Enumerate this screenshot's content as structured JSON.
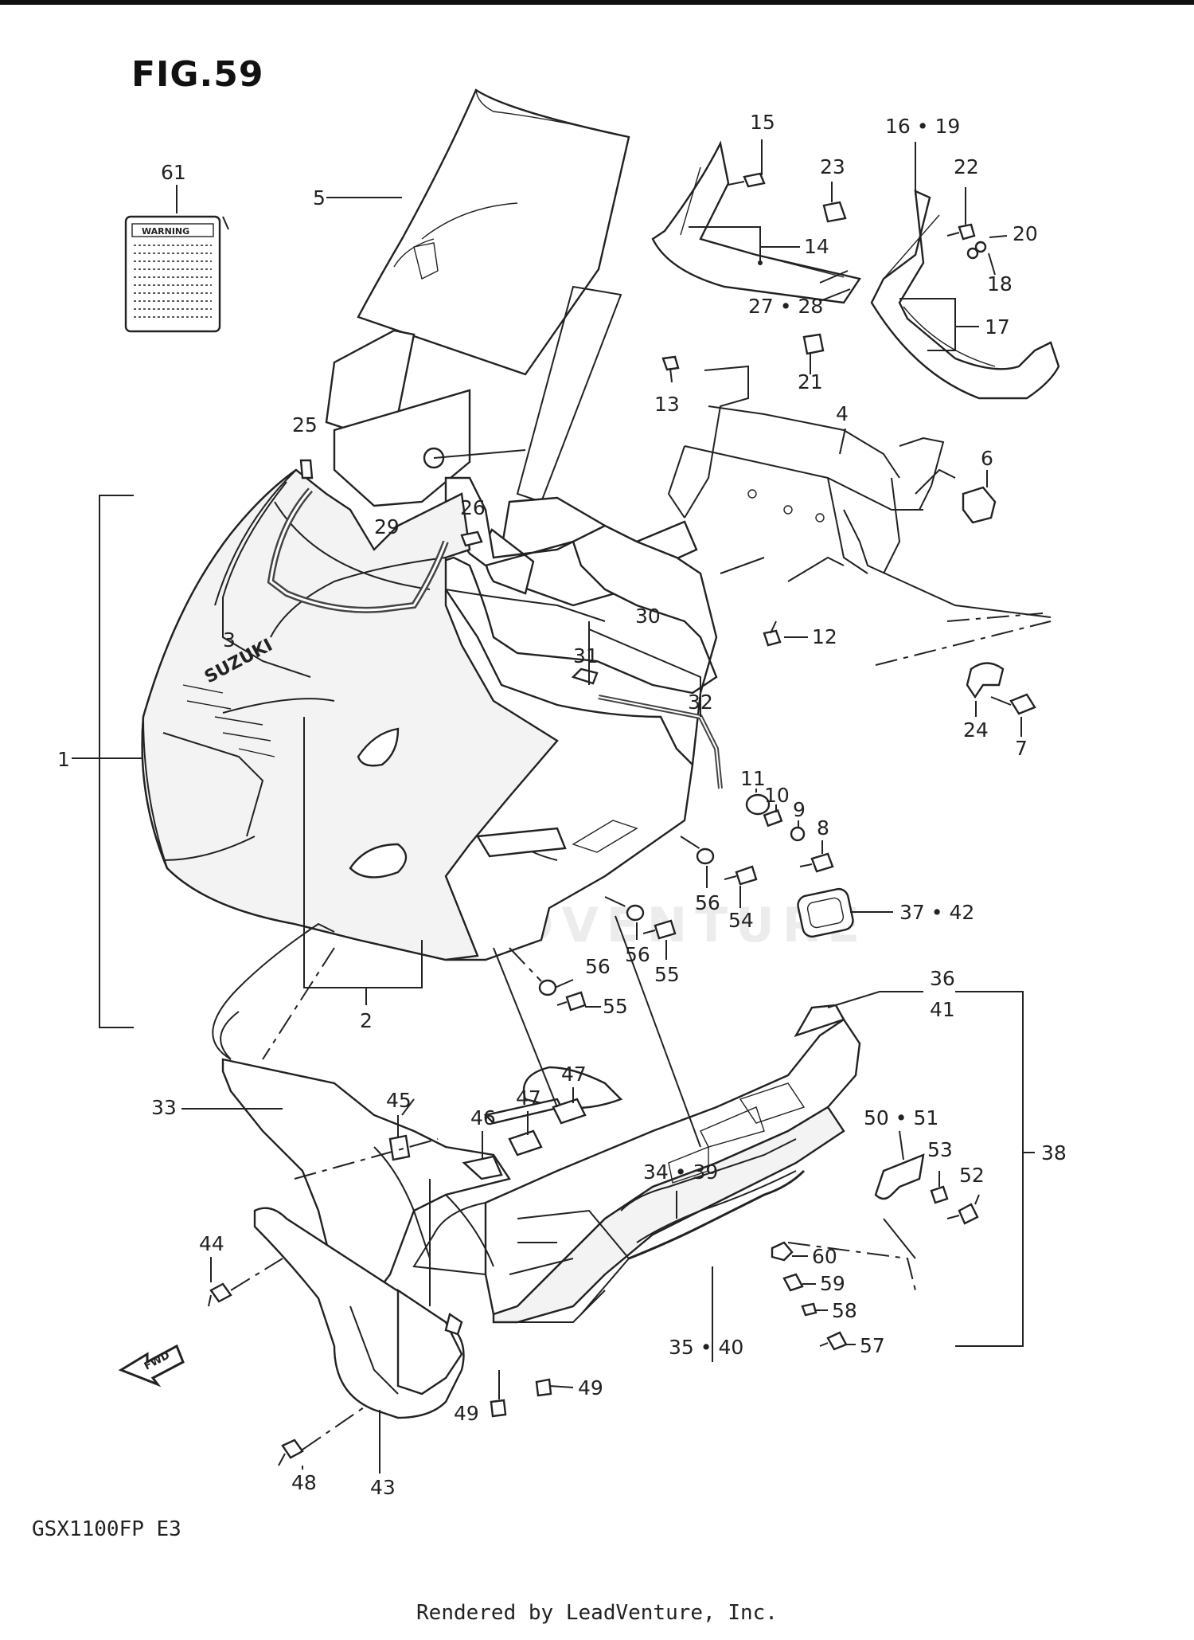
{
  "figure": {
    "title": "FIG.59",
    "model": "GSX1100FP  E3"
  },
  "footer": {
    "text": "Rendered by LeadVenture, Inc."
  },
  "watermark": {
    "text": "LEADVENTURE"
  },
  "warning_label": {
    "text": "WARNING"
  },
  "fwd_arrow": {
    "text": "FWD"
  },
  "brand_text": "SUZUKI",
  "callouts": [
    {
      "id": "1",
      "text": "1"
    },
    {
      "id": "2",
      "text": "2"
    },
    {
      "id": "3",
      "text": "3"
    },
    {
      "id": "4",
      "text": "4"
    },
    {
      "id": "5",
      "text": "5"
    },
    {
      "id": "6",
      "text": "6"
    },
    {
      "id": "7",
      "text": "7"
    },
    {
      "id": "8",
      "text": "8"
    },
    {
      "id": "9",
      "text": "9"
    },
    {
      "id": "10",
      "text": "10"
    },
    {
      "id": "11",
      "text": "11"
    },
    {
      "id": "12",
      "text": "12"
    },
    {
      "id": "13",
      "text": "13"
    },
    {
      "id": "14",
      "text": "14"
    },
    {
      "id": "15",
      "text": "15"
    },
    {
      "id": "16-19",
      "text": "16 • 19"
    },
    {
      "id": "17",
      "text": "17"
    },
    {
      "id": "18",
      "text": "18"
    },
    {
      "id": "20",
      "text": "20"
    },
    {
      "id": "21",
      "text": "21"
    },
    {
      "id": "22",
      "text": "22"
    },
    {
      "id": "23",
      "text": "23"
    },
    {
      "id": "24",
      "text": "24"
    },
    {
      "id": "25",
      "text": "25"
    },
    {
      "id": "26",
      "text": "26"
    },
    {
      "id": "27-28",
      "text": "27 • 28"
    },
    {
      "id": "29",
      "text": "29"
    },
    {
      "id": "30",
      "text": "30"
    },
    {
      "id": "31",
      "text": "31"
    },
    {
      "id": "32",
      "text": "32"
    },
    {
      "id": "33",
      "text": "33"
    },
    {
      "id": "34-39",
      "text": "34 • 39"
    },
    {
      "id": "35-40",
      "text": "35 • 40"
    },
    {
      "id": "36",
      "text": "36"
    },
    {
      "id": "41",
      "text": "41"
    },
    {
      "id": "37-42",
      "text": "37 • 42"
    },
    {
      "id": "38",
      "text": "38"
    },
    {
      "id": "43",
      "text": "43"
    },
    {
      "id": "44",
      "text": "44"
    },
    {
      "id": "45",
      "text": "45"
    },
    {
      "id": "46",
      "text": "46"
    },
    {
      "id": "47a",
      "text": "47"
    },
    {
      "id": "47b",
      "text": "47"
    },
    {
      "id": "48",
      "text": "48"
    },
    {
      "id": "49a",
      "text": "49"
    },
    {
      "id": "49b",
      "text": "49"
    },
    {
      "id": "50-51",
      "text": "50 • 51"
    },
    {
      "id": "52",
      "text": "52"
    },
    {
      "id": "53",
      "text": "53"
    },
    {
      "id": "54",
      "text": "54"
    },
    {
      "id": "55a",
      "text": "55"
    },
    {
      "id": "55b",
      "text": "55"
    },
    {
      "id": "56a",
      "text": "56"
    },
    {
      "id": "56b",
      "text": "56"
    },
    {
      "id": "56c",
      "text": "56"
    },
    {
      "id": "57",
      "text": "57"
    },
    {
      "id": "58",
      "text": "58"
    },
    {
      "id": "59",
      "text": "59"
    },
    {
      "id": "60",
      "text": "60"
    },
    {
      "id": "61",
      "text": "61"
    }
  ]
}
